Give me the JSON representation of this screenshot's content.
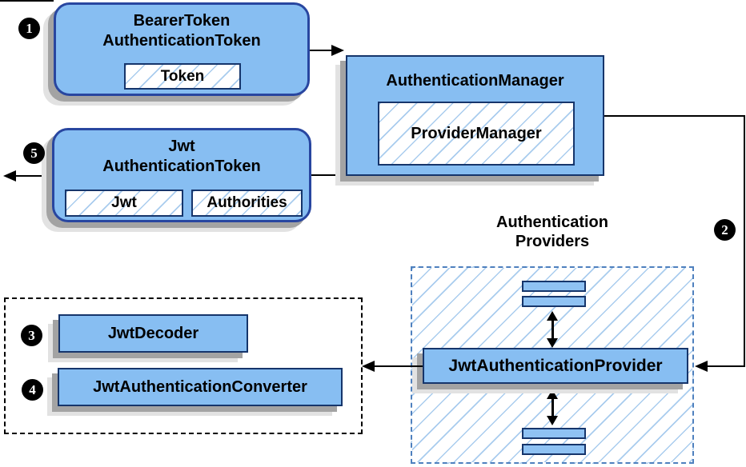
{
  "diagram": {
    "nodes": {
      "bearer": {
        "title_line1": "BearerToken",
        "title_line2": "AuthenticationToken",
        "token_label": "Token"
      },
      "manager": {
        "title": "AuthenticationManager",
        "inner_label": "ProviderManager"
      },
      "jwt": {
        "title_line1": "Jwt",
        "title_line2": "AuthenticationToken",
        "jwt_label": "Jwt",
        "authorities_label": "Authorities"
      },
      "providers": {
        "group_label_line1": "Authentication",
        "group_label_line2": "Providers",
        "provider_label": "JwtAuthenticationProvider"
      },
      "converters": {
        "decoder_label": "JwtDecoder",
        "converter_label": "JwtAuthenticationConverter"
      }
    },
    "step_badges": {
      "step1": "1",
      "step2": "2",
      "step3": "3",
      "step4": "4",
      "step5": "5"
    },
    "colors": {
      "node_fill": "#87BEF2",
      "node_border": "#16356B",
      "rounded_node_border": "#2846A0",
      "hatch_line": "#A9CCEE",
      "dashed_blue_border": "#4E80BE",
      "dashed_black_border": "#000000",
      "shadow_dark": "#A3A3A3",
      "shadow_light": "#E2E2E2",
      "connector_line": "#000000",
      "badge_background": "#000000",
      "badge_text": "#FFFFFF"
    }
  }
}
